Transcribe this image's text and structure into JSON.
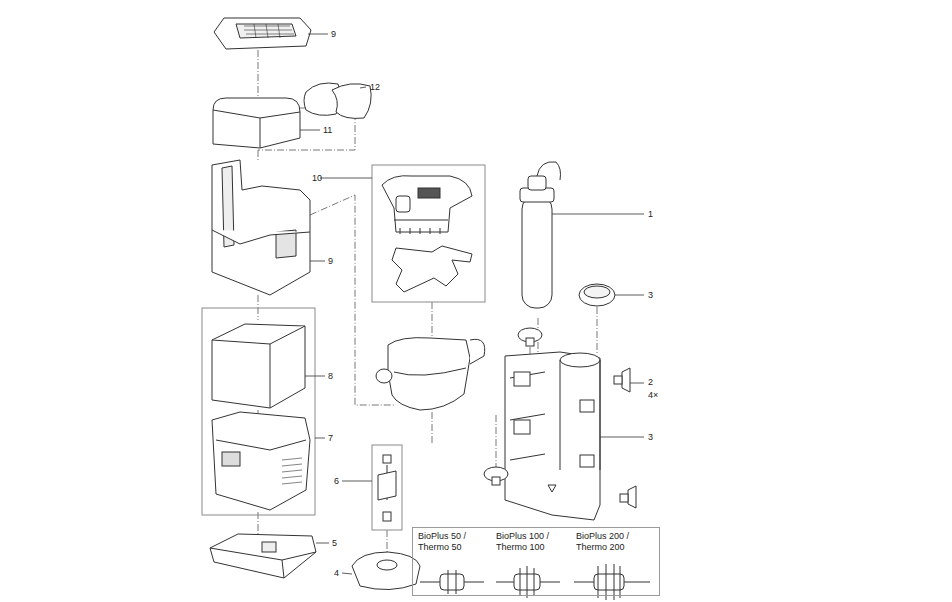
{
  "diagram": {
    "nodes": [
      {
        "text": [
          "BioPlus 50 / Thermo 50",
          "BioPlus 100 / Thermo 100",
          "BioPlus 200 / Thermo 200"
        ]
      }
    ],
    "labels": [
      "9",
      "12",
      "11",
      "10",
      "1",
      "9",
      "3",
      "8",
      "2",
      "4×",
      "7",
      "3",
      "6",
      "5",
      "4"
    ]
  }
}
